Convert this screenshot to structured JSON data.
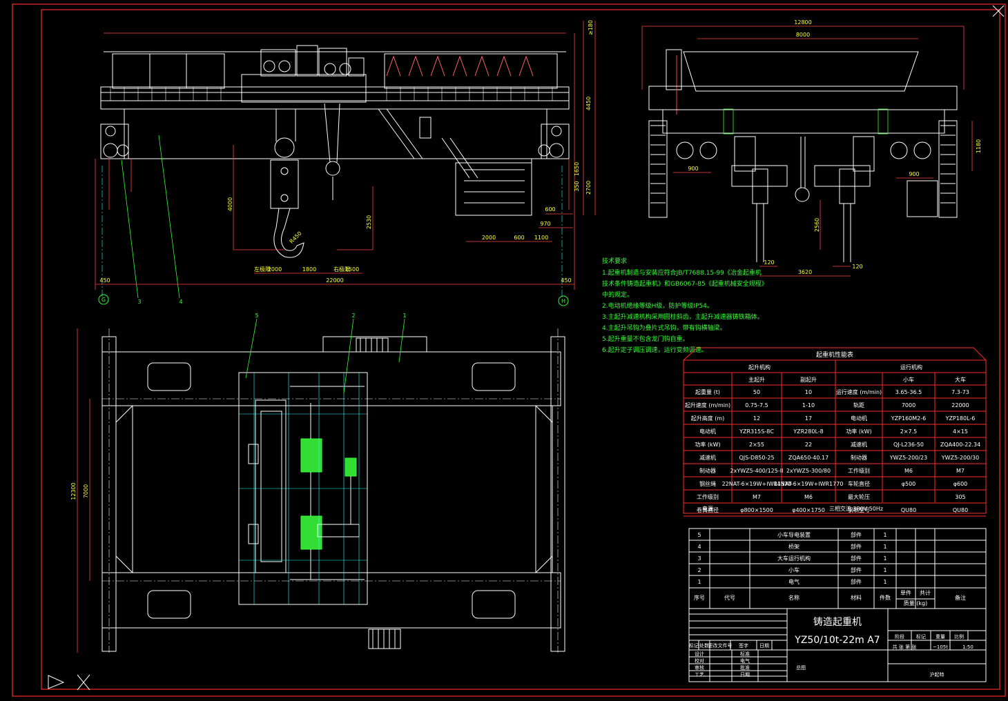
{
  "colors": {
    "bg": "#000000",
    "frame": "#ff2a2a",
    "line": "#ffffff",
    "dim": "#ff4040",
    "note": "#33ff33",
    "cyan": "#33ffff",
    "text": "#ffffff",
    "accent": "#00cc00"
  },
  "side_view": {
    "dims_h": [
      "450",
      "22000",
      "450",
      "2000",
      "1800",
      "1500",
      "2000",
      "600",
      "1100",
      "970",
      "600",
      "左极限",
      "右极限"
    ],
    "dims_v": [
      "4450",
      "2700",
      "1650",
      "350",
      "4000",
      "2530",
      "≥180"
    ],
    "hook": "R450",
    "axis_left": "G",
    "axis_right": "H",
    "balloons": [
      "3",
      "4"
    ]
  },
  "end_view": {
    "dims": [
      "12800",
      "8000",
      "1180",
      "900",
      "900",
      "2560",
      "3620",
      "120",
      "120"
    ]
  },
  "plan_view": {
    "balloons": [
      "5",
      "2",
      "1"
    ],
    "dims": [
      "12300",
      "7000"
    ]
  },
  "notes": {
    "title": "技术要求",
    "lines": [
      "1.起重机制造与安装应符合JB/T7688.15-99《冶金起重机",
      "技术条件铸造起重机》和GB6067-85《起重机械安全规程》",
      "中的规定。",
      "2.电动机绝缘等级H级，防护等级IP54。",
      "3.主起升减速机构采用圆柱斜齿，主起升减速器铸铁箱体。",
      "4.主起升吊钩为叠片式吊钩，带有钩横轴梁。",
      "5.起升重量不包含龙门钩自重。",
      "6.起升定子调压调速，运行变频调速。"
    ]
  },
  "perf_table": {
    "title": "起重机性能表",
    "group_left": "起升机构",
    "group_right": "运行机构",
    "left_cols": [
      "主起升",
      "副起升"
    ],
    "right_cols": [
      "小车",
      "大车"
    ],
    "left_rows": [
      [
        "起重量 (t)",
        "50",
        "10"
      ],
      [
        "起升速度 (m/min)",
        "0.75-7.5",
        "1-10"
      ],
      [
        "起升高度 (m)",
        "12",
        "17"
      ],
      [
        "电动机",
        "YZR315S-8C",
        "YZR280L-8"
      ],
      [
        "功率 (kW)",
        "2×55",
        "22"
      ],
      [
        "减速机",
        "QJS-D850-25",
        "ZQA650-40.17"
      ],
      [
        "制动器",
        "2xYWZ5-400/125-II",
        "2xYWZ5-300/80"
      ],
      [
        "钢丝绳",
        "22NAT-6×19W+IWR1570",
        "14NAT-6×19W+IWR1770"
      ],
      [
        "工作级别",
        "M7",
        "M6"
      ],
      [
        "卷筒直径",
        "φ800×1500",
        "φ400×1750"
      ]
    ],
    "right_rows": [
      [
        "运行速度 (m/min)",
        "3.65-36.5",
        "7.3-73"
      ],
      [
        "轨距",
        "7000",
        "22000"
      ],
      [
        "电动机",
        "YZP160M2-6",
        "YZP180L-6"
      ],
      [
        "功率 (kW)",
        "2×7.5",
        "4×15"
      ],
      [
        "减速机",
        "QJ-L236-50",
        "ZQA400-22.34"
      ],
      [
        "制动器",
        "YWZ5-200/23",
        "YWZ5-200/30"
      ],
      [
        "工作级别",
        "M6",
        "M7"
      ],
      [
        "车轮直径",
        "φ500",
        "φ600"
      ],
      [
        "最大轮压",
        "",
        "305"
      ],
      [
        "钢轨型号",
        "QU80",
        "QU80"
      ]
    ],
    "power_label": "电源",
    "power_value": "三相交流 380V 50Hz"
  },
  "parts": {
    "rows": [
      [
        "5",
        "",
        "小车导电装置",
        "部件",
        "1"
      ],
      [
        "4",
        "",
        "桥架",
        "部件",
        "1"
      ],
      [
        "3",
        "",
        "大车运行机构",
        "部件",
        "1"
      ],
      [
        "2",
        "",
        "小车",
        "部件",
        "1"
      ],
      [
        "1",
        "",
        "电气",
        "部件",
        "1"
      ]
    ],
    "header": [
      "序号",
      "代号",
      "名称",
      "材料",
      "件数",
      "单件",
      "共计",
      "备注"
    ],
    "header_mass": "质量 (kg)"
  },
  "title_block": {
    "name": "铸造起重机",
    "model": "YZ50/10t-22m A7",
    "drawing": "总图",
    "sign_labels": [
      "标记",
      "处数",
      "更改文件号",
      "签字",
      "日期"
    ],
    "roles_left": [
      "设计",
      "校对",
      "审核",
      "工艺"
    ],
    "roles_right": [
      "标准",
      "电气",
      "批准",
      "日期"
    ],
    "stage_labels": [
      "阶段",
      "标记",
      "重量",
      "比例"
    ],
    "weight": "~105t",
    "scale": "1:50",
    "sheet": "共 张  第 张",
    "company": "沪起特"
  }
}
